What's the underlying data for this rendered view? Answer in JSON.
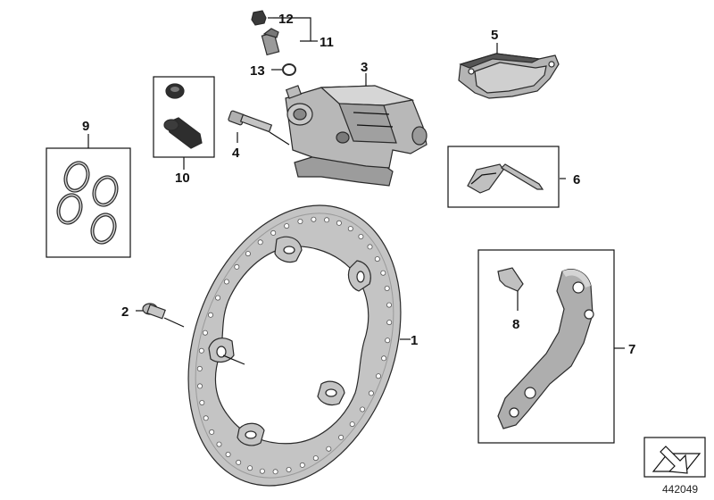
{
  "callouts": {
    "c1": "1",
    "c2": "2",
    "c3": "3",
    "c4": "4",
    "c5": "5",
    "c6": "6",
    "c7": "7",
    "c8": "8",
    "c9": "9",
    "c10": "10",
    "c11": "11",
    "c12": "12",
    "c13": "13"
  },
  "reference_number": "442049",
  "colors": {
    "metal_light": "#c8c8c8",
    "metal_mid": "#a9a9a9",
    "metal_dark": "#6e6e6e",
    "outline": "#2a2a2a",
    "pad_dark": "#4a4a4a"
  }
}
